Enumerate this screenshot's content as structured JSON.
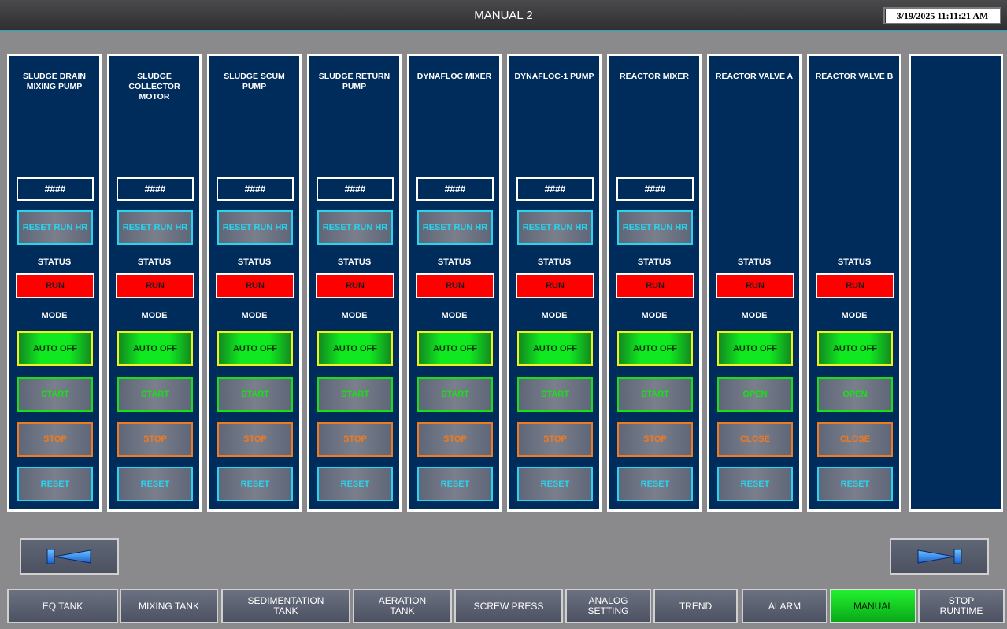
{
  "header": {
    "title": "MANUAL 2",
    "datetime": "3/19/2025 11:11:21 AM"
  },
  "panels": [
    {
      "name": "SLUDGE DRAIN\nMIXING PUMP",
      "hours": "####",
      "reset_hr": "RESET RUN HR",
      "status_label": "STATUS",
      "status": "RUN",
      "mode_label": "MODE",
      "auto": "AUTO OFF",
      "start": "START",
      "stop": "STOP",
      "reset": "RESET"
    },
    {
      "name": "SLUDGE COLLECTOR\nMOTOR",
      "hours": "####",
      "reset_hr": "RESET RUN HR",
      "status_label": "STATUS",
      "status": "RUN",
      "mode_label": "MODE",
      "auto": "AUTO OFF",
      "start": "START",
      "stop": "STOP",
      "reset": "RESET"
    },
    {
      "name": "SLUDGE SCUM\nPUMP",
      "hours": "####",
      "reset_hr": "RESET RUN HR",
      "status_label": "STATUS",
      "status": "RUN",
      "mode_label": "MODE",
      "auto": "AUTO OFF",
      "start": "START",
      "stop": "STOP",
      "reset": "RESET"
    },
    {
      "name": "SLUDGE RETURN\nPUMP",
      "hours": "####",
      "reset_hr": "RESET RUN HR",
      "status_label": "STATUS",
      "status": "RUN",
      "mode_label": "MODE",
      "auto": "AUTO OFF",
      "start": "START",
      "stop": "STOP",
      "reset": "RESET"
    },
    {
      "name": "DYNAFLOC MIXER",
      "hours": "####",
      "reset_hr": "RESET RUN HR",
      "status_label": "STATUS",
      "status": "RUN",
      "mode_label": "MODE",
      "auto": "AUTO OFF",
      "start": "START",
      "stop": "STOP",
      "reset": "RESET"
    },
    {
      "name": "DYNAFLOC-1 PUMP",
      "hours": "####",
      "reset_hr": "RESET RUN HR",
      "status_label": "STATUS",
      "status": "RUN",
      "mode_label": "MODE",
      "auto": "AUTO OFF",
      "start": "START",
      "stop": "STOP",
      "reset": "RESET"
    },
    {
      "name": "REACTOR MIXER",
      "hours": "####",
      "reset_hr": "RESET RUN HR",
      "status_label": "STATUS",
      "status": "RUN",
      "mode_label": "MODE",
      "auto": "AUTO OFF",
      "start": "START",
      "stop": "STOP",
      "reset": "RESET"
    },
    {
      "name": "REACTOR VALVE A",
      "status_label": "STATUS",
      "status": "RUN",
      "mode_label": "MODE",
      "auto": "AUTO OFF",
      "start": "OPEN",
      "stop": "CLOSE",
      "reset": "RESET"
    },
    {
      "name": "REACTOR VALVE B",
      "status_label": "STATUS",
      "status": "RUN",
      "mode_label": "MODE",
      "auto": "AUTO OFF",
      "start": "OPEN",
      "stop": "CLOSE",
      "reset": "RESET"
    },
    {
      "name": ""
    }
  ],
  "nav": {
    "prev_icon": "arrow-left-icon",
    "next_icon": "arrow-right-icon"
  },
  "tabs": [
    {
      "label": "EQ TANK"
    },
    {
      "label": "MIXING TANK"
    },
    {
      "label": "SEDIMENTATION\nTANK"
    },
    {
      "label": "AERATION\nTANK"
    },
    {
      "label": "SCREW PRESS"
    },
    {
      "label": "ANALOG\nSETTING"
    },
    {
      "label": "TREND"
    },
    {
      "label": "ALARM"
    },
    {
      "label": "MANUAL",
      "active": true
    },
    {
      "label": "STOP\nRUNTIME"
    }
  ],
  "colors": {
    "panel_bg": "#002c5c",
    "run": "#ff0000",
    "auto": "#10e820",
    "start": "#18e018",
    "stop": "#f07a20",
    "reset": "#27d5f0"
  }
}
